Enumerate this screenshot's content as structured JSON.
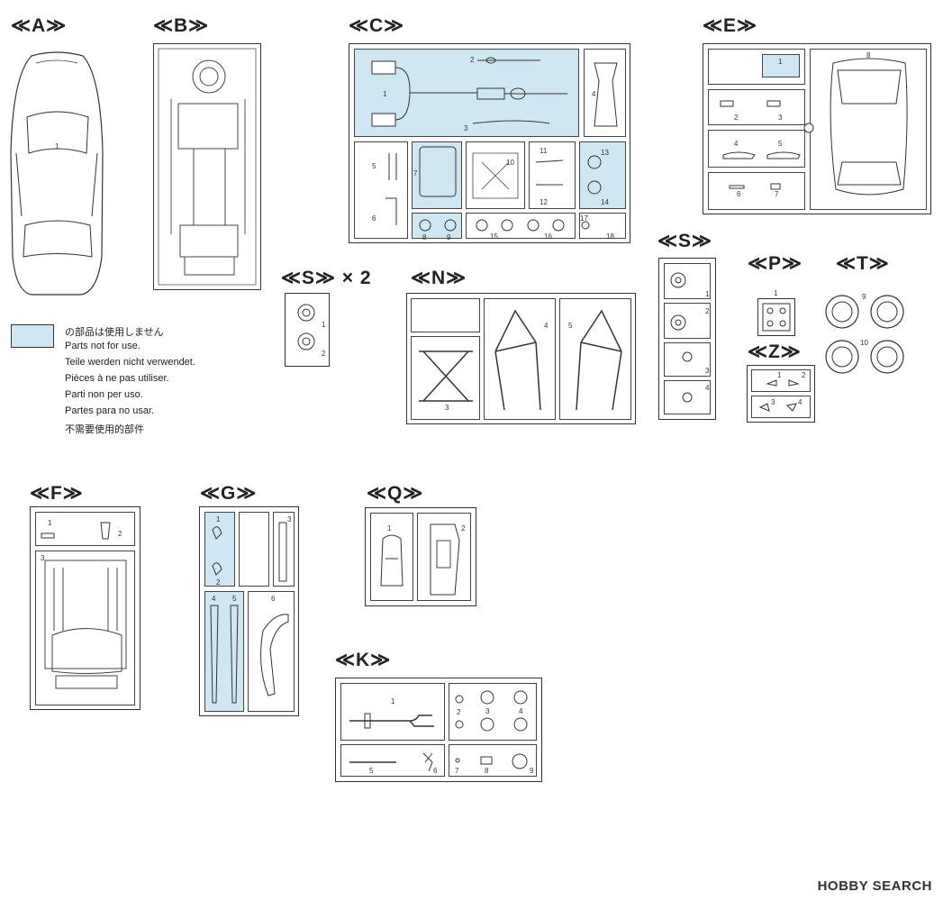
{
  "sprues": {
    "A": {
      "title": "≪A≫",
      "parts": [
        "1"
      ]
    },
    "B": {
      "title": "≪B≫"
    },
    "C": {
      "title": "≪C≫",
      "parts": [
        "1",
        "2",
        "3",
        "4",
        "5",
        "6",
        "7",
        "8",
        "9",
        "10",
        "11",
        "12",
        "13",
        "14",
        "15",
        "16",
        "17",
        "18"
      ]
    },
    "E": {
      "title": "≪E≫",
      "parts": [
        "1",
        "2",
        "3",
        "4",
        "5",
        "6",
        "7",
        "8"
      ]
    },
    "S1": {
      "title": "≪S≫ × 2",
      "parts": [
        "1",
        "2"
      ]
    },
    "N": {
      "title": "≪N≫",
      "parts": [
        "3",
        "4",
        "5"
      ]
    },
    "S2": {
      "title": "≪S≫",
      "parts": [
        "1",
        "2",
        "3",
        "4"
      ]
    },
    "P": {
      "title": "≪P≫",
      "parts": [
        "1"
      ]
    },
    "T": {
      "title": "≪T≫",
      "parts": [
        "9",
        "10"
      ]
    },
    "Z": {
      "title": "≪Z≫",
      "parts": [
        "1",
        "2",
        "3",
        "4"
      ]
    },
    "F": {
      "title": "≪F≫",
      "parts": [
        "1",
        "2",
        "3"
      ]
    },
    "G": {
      "title": "≪G≫",
      "parts": [
        "1",
        "2",
        "3",
        "4",
        "5",
        "6"
      ]
    },
    "Q": {
      "title": "≪Q≫",
      "parts": [
        "1",
        "2"
      ]
    },
    "K": {
      "title": "≪K≫",
      "parts": [
        "1",
        "2",
        "3",
        "4",
        "5",
        "6",
        "7",
        "8",
        "9"
      ]
    }
  },
  "legend": {
    "swatch_color": "#cfe6f3",
    "lines": [
      "の部品は使用しません",
      "Parts not for use.",
      "Teile werden nicht verwendet.",
      "Pièces à ne pas utiliser.",
      "Parti non per uso.",
      "Partes para no usar.",
      "不需要使用的部件"
    ]
  },
  "watermark": {
    "text": "HOBBY SEARCH"
  }
}
